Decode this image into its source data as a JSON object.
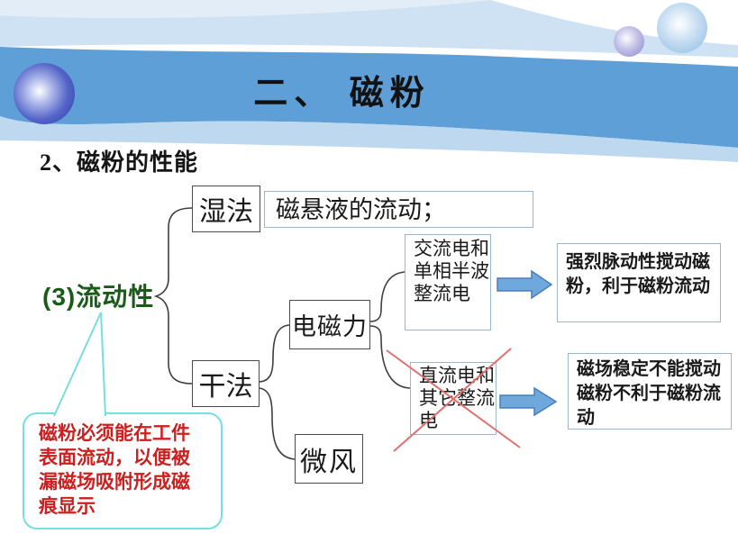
{
  "header": {
    "title": "二、 磁粉",
    "subtitle": "2、磁粉的性能"
  },
  "diagram": {
    "fluidity_label": "(3)流动性",
    "wet_box": "湿法",
    "wet_result_box": "磁悬液的流动；",
    "dry_box": "干法",
    "electromagnetic_box": "电磁力",
    "breeze_box": "微风",
    "ac_current_box": "交流电和单相半波整流电",
    "dc_current_box": "直流电和其它整流电",
    "ac_result_box": "强烈脉动性搅动磁粉，利于磁粉流动",
    "dc_result_box": "磁场稳定不能搅动磁粉不利于磁粉流动",
    "callout_note": "磁粉必须能在工件表面流动，以便被漏磁场吸附形成磁痕显示"
  },
  "colors": {
    "band_blue": "#5e9fd8",
    "band_light_blue": "#c9ddf1",
    "fluidity_green": "#1a5b1a",
    "callout_border_cyan": "#76dde2",
    "callout_text_red": "#cc2020",
    "arrow_fill_blue": "#6fa8dc",
    "arrow_edge_blue": "#4a7ebb",
    "cross_red": "#e07070",
    "box_border_dark": "#4a4a4a",
    "box_border_light": "#9db7ca"
  }
}
